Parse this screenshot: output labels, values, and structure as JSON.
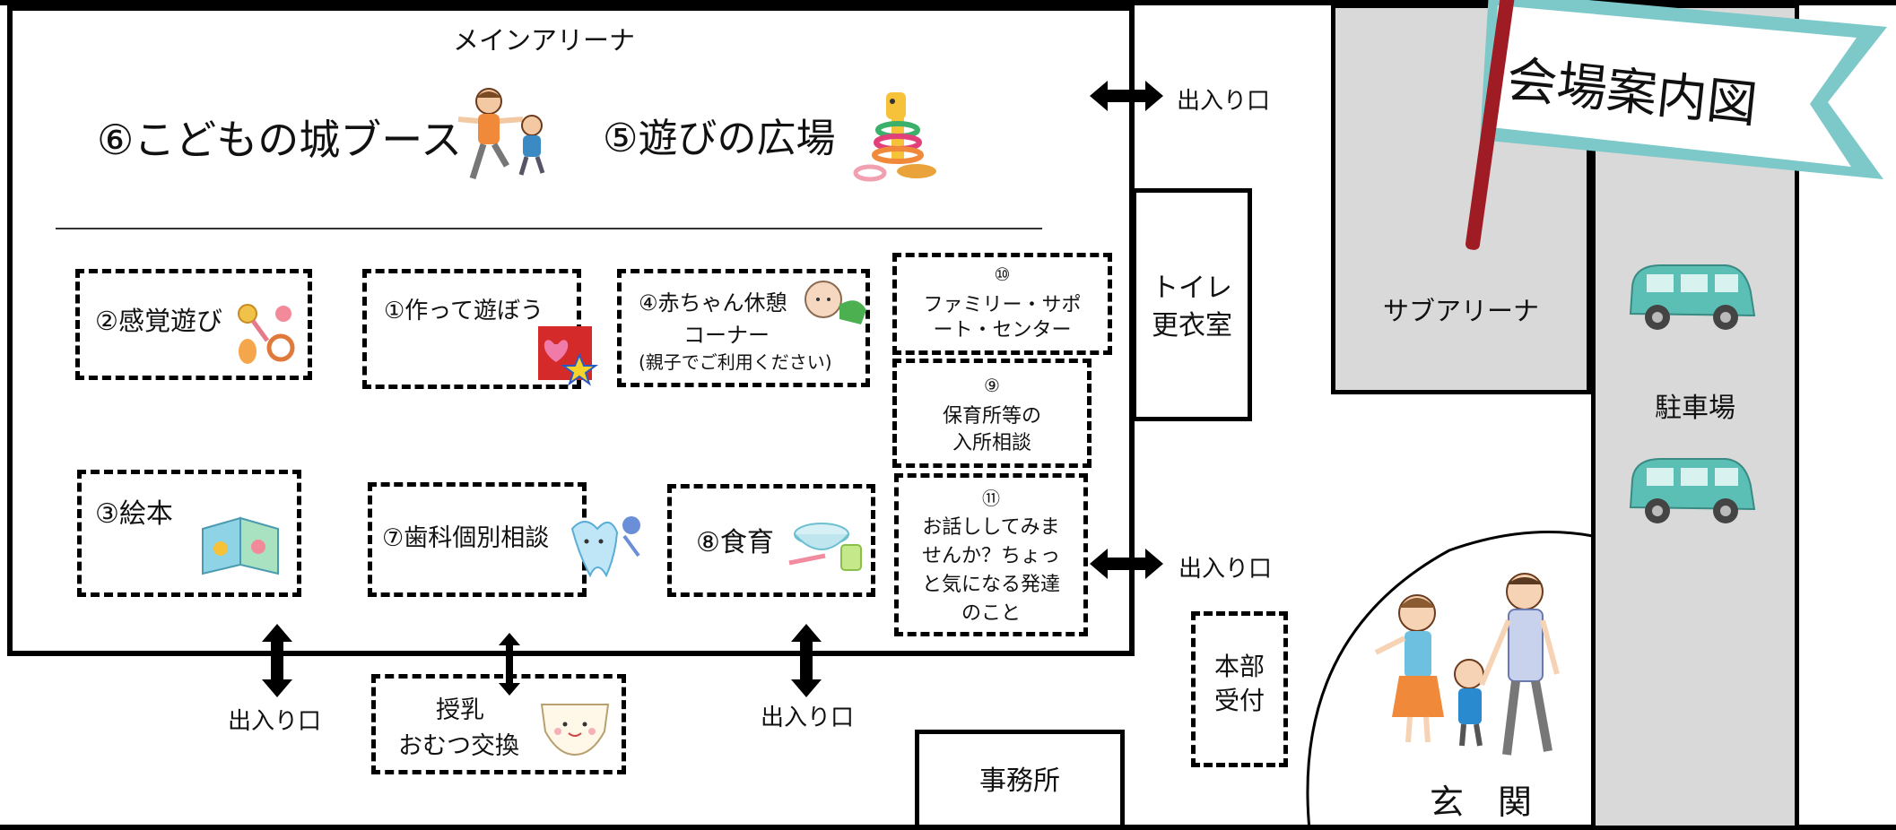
{
  "banner": {
    "title": "会場案内図"
  },
  "main_arena": {
    "label": "メインアリーナ",
    "booth6": "⑥こどもの城ブース",
    "booth5": "⑤遊びの広場"
  },
  "booths": {
    "b2": "②感覚遊び",
    "b1": "①作って遊ぼう",
    "b4_line1": "④赤ちゃん休憩",
    "b4_line2": "コーナー",
    "b4_note": "(親子でご利用ください)",
    "b10_num": "⑩",
    "b10_line1": "ファミリー・サポ",
    "b10_line2": "ート・センター",
    "b9_num": "⑨",
    "b9_line1": "保育所等の",
    "b9_line2": "入所相談",
    "b3": "③絵本",
    "b7": "⑦歯科個別相談",
    "b8": "⑧食育",
    "b11_num": "⑪",
    "b11_line1": "お話ししてみま",
    "b11_line2": "せんか？ちょっ",
    "b11_line3": "と気になる発達",
    "b11_line4": "のこと"
  },
  "rooms": {
    "toilet_line1": "トイレ",
    "toilet_line2": "更衣室",
    "sub_arena": "サブアリーナ",
    "parking": "駐車場",
    "office": "事務所",
    "reception_line1": "本部",
    "reception_line2": "受付",
    "nursing_line1": "授乳",
    "nursing_line2": "おむつ交換",
    "entrance": "玄　関"
  },
  "exits": {
    "top_right": "出入り口",
    "mid_right": "出入り口",
    "bottom_left": "出入り口",
    "bottom_mid": "出入り口"
  },
  "colors": {
    "wall": "#000000",
    "gray_area": "#d9d9d9",
    "car": "#5bbfb5",
    "flag_stripe": "#7dc8c8",
    "flag_pole": "#a01c24"
  }
}
